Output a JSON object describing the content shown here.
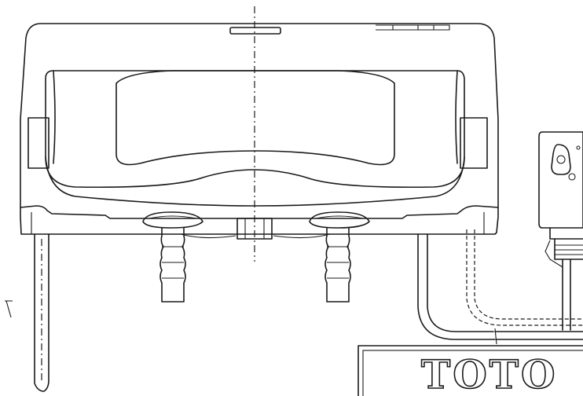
{
  "drawing": {
    "brand": {
      "logo_text": "TOTO"
    },
    "parts": {
      "seat_unit": "seat-unit",
      "left_hinge_post": "hinge-post",
      "right_hinge_post": "hinge-post",
      "control_box": "control-box",
      "water_hose": "water-hose",
      "centerline": "centerline"
    }
  }
}
